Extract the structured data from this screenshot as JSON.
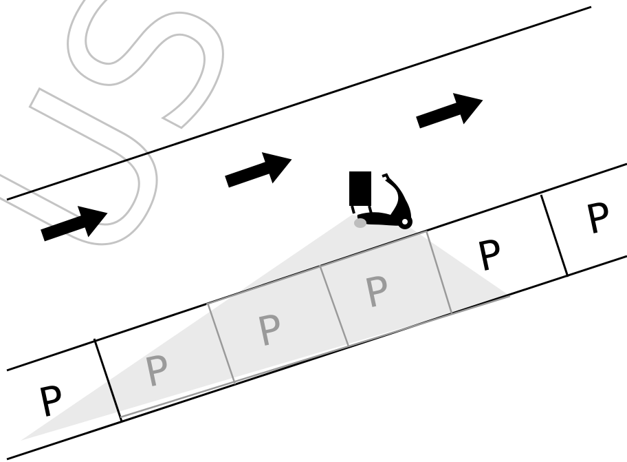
{
  "watermark": {
    "text": "USCT S"
  },
  "parking_label": "P",
  "colors": {
    "background": "#ffffff",
    "line": "#000000",
    "arrow": "#000000",
    "scooter": "#000000",
    "sensor_cone": "#d9d9d9",
    "watermark": "#c8c8c8"
  },
  "icons": {
    "vehicle": "scooter-with-delivery-box-icon",
    "traffic_arrow": "arrow-right-icon"
  },
  "parking_spaces": [
    {
      "id": 1,
      "label": "P",
      "in_sensor_range": false
    },
    {
      "id": 2,
      "label": "P",
      "in_sensor_range": true
    },
    {
      "id": 3,
      "label": "P",
      "in_sensor_range": true
    },
    {
      "id": 4,
      "label": "P",
      "in_sensor_range": true
    },
    {
      "id": 5,
      "label": "P",
      "in_sensor_range": false
    },
    {
      "id": 6,
      "label": "P",
      "in_sensor_range": false
    }
  ]
}
